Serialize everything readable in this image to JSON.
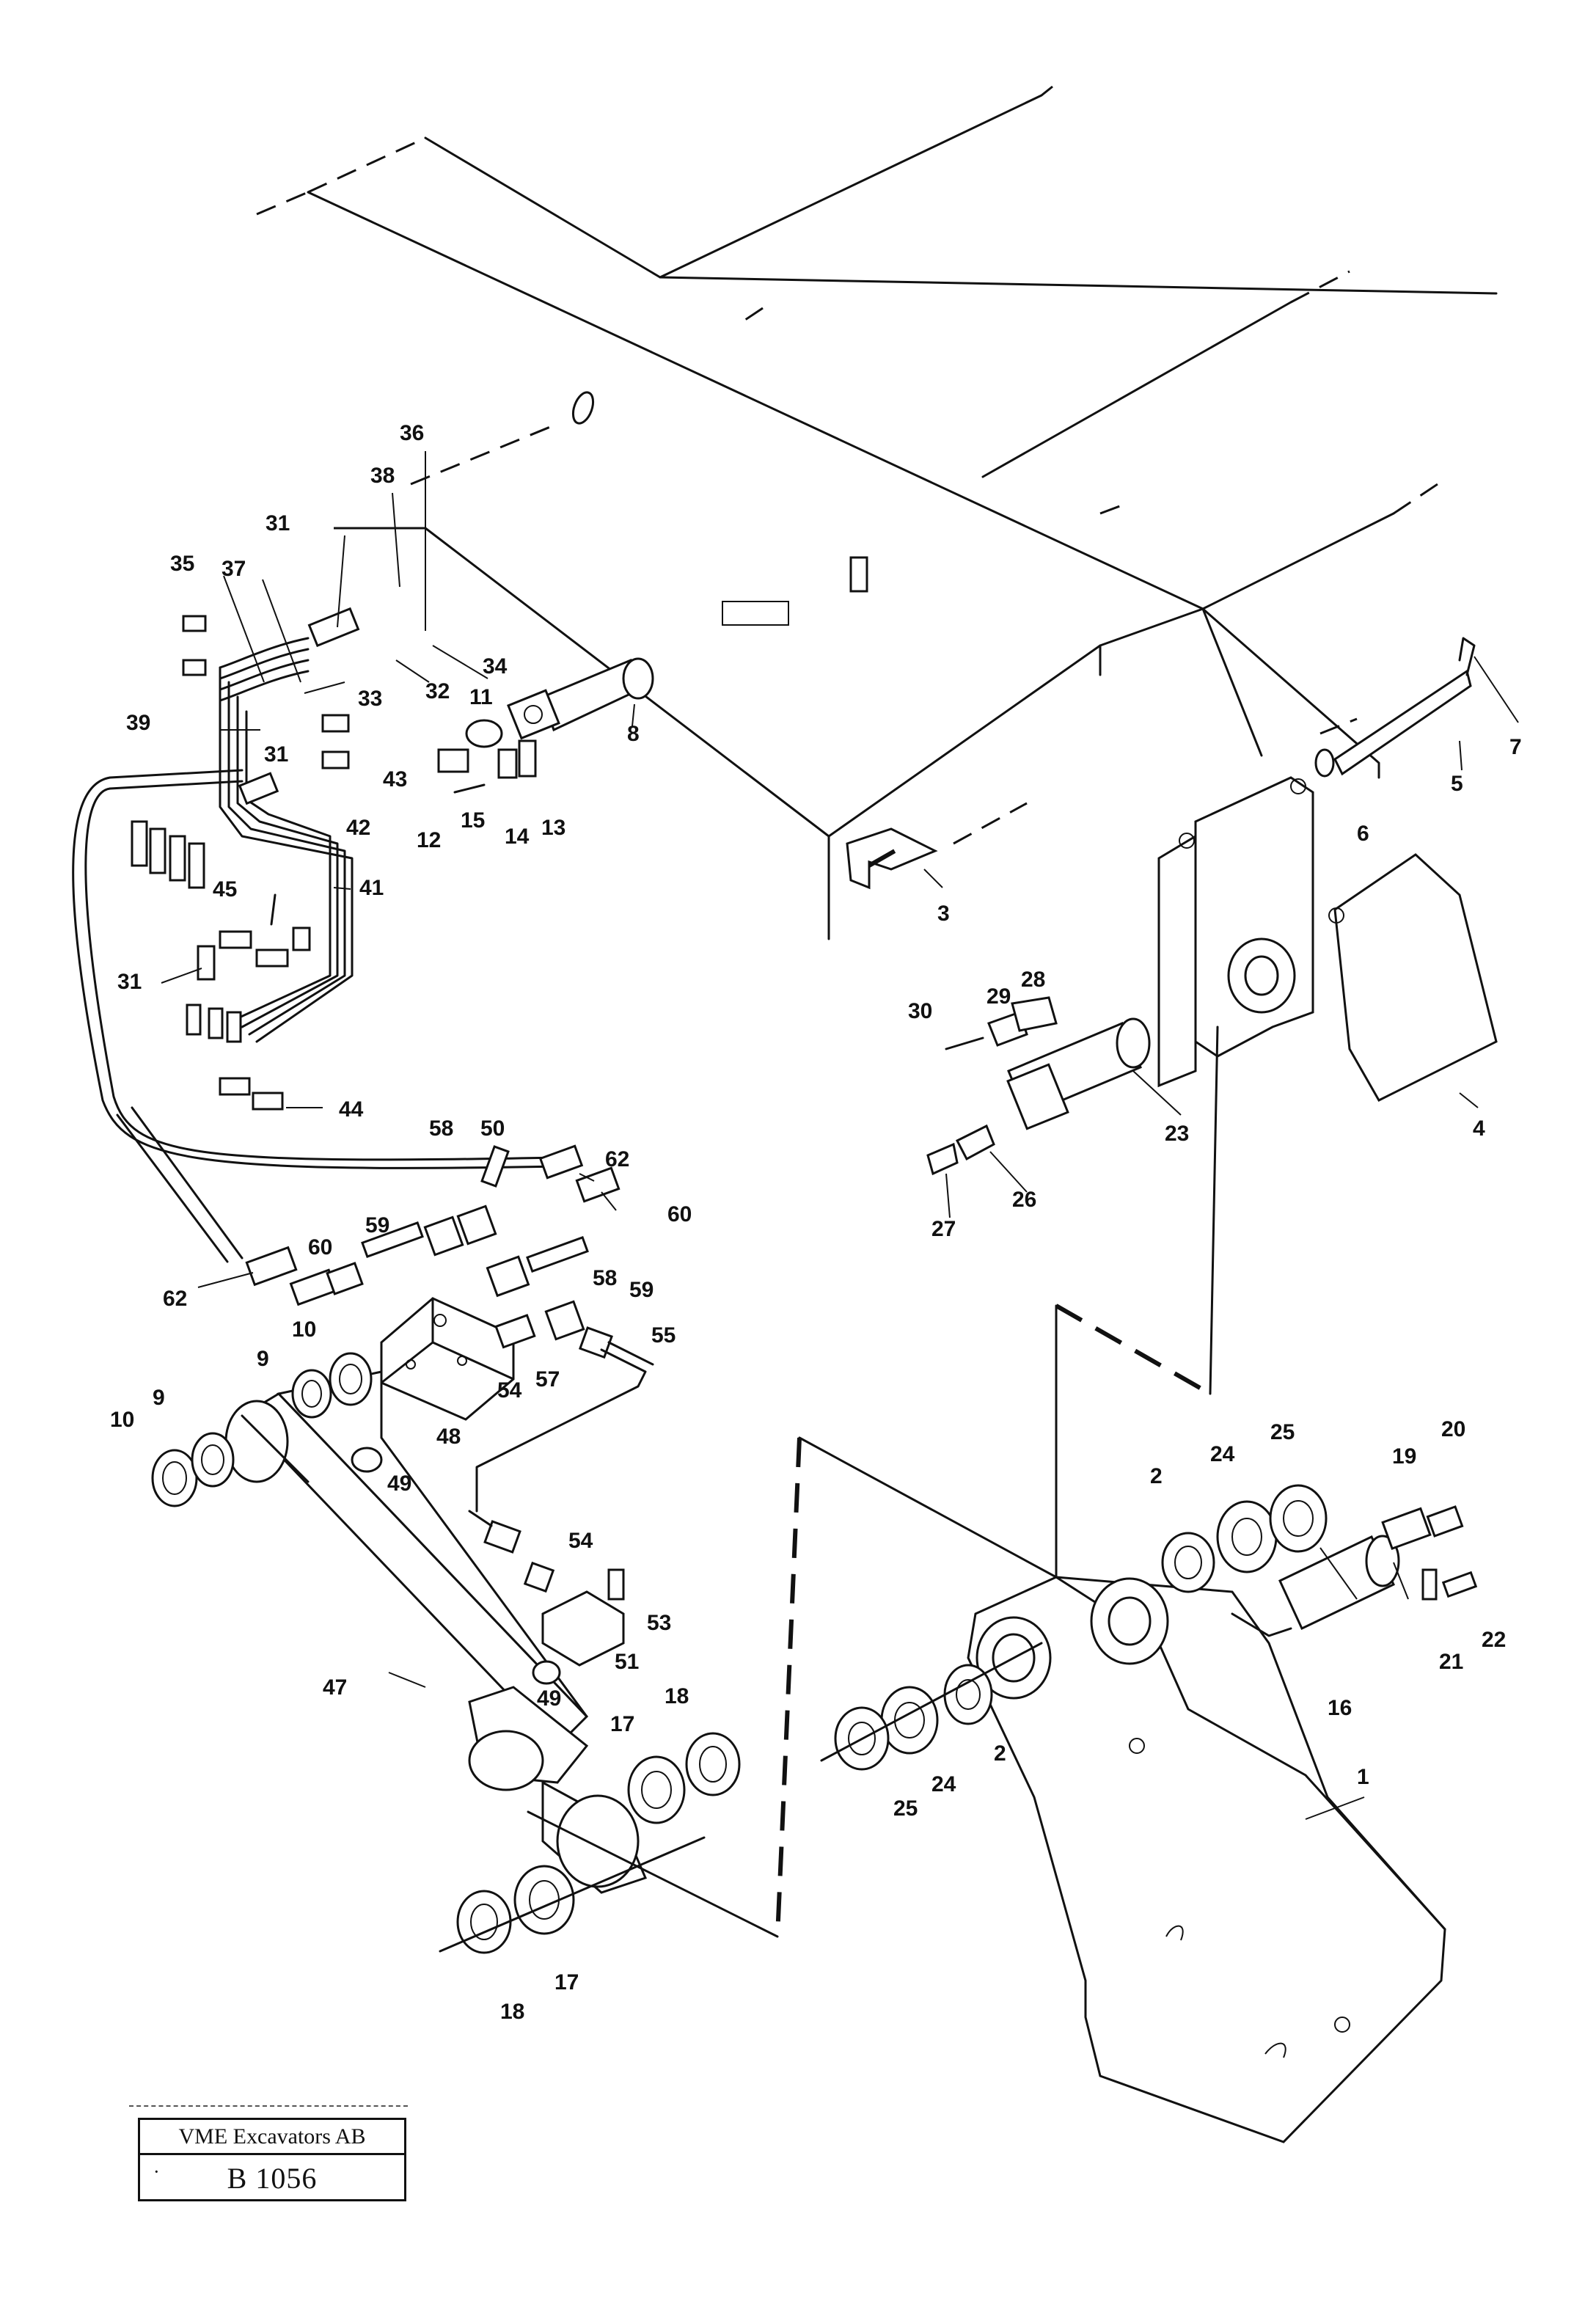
{
  "title_block": {
    "company": "VME Excavators AB",
    "code": "B 1056"
  },
  "part_labels": [
    {
      "id": "p1",
      "text": "1"
    },
    {
      "id": "p2a",
      "text": "2"
    },
    {
      "id": "p2b",
      "text": "2"
    },
    {
      "id": "p3",
      "text": "3"
    },
    {
      "id": "p4",
      "text": "4"
    },
    {
      "id": "p5",
      "text": "5"
    },
    {
      "id": "p6",
      "text": "6"
    },
    {
      "id": "p7",
      "text": "7"
    },
    {
      "id": "p8",
      "text": "8"
    },
    {
      "id": "p9a",
      "text": "9"
    },
    {
      "id": "p9b",
      "text": "9"
    },
    {
      "id": "p10a",
      "text": "10"
    },
    {
      "id": "p10b",
      "text": "10"
    },
    {
      "id": "p11",
      "text": "11"
    },
    {
      "id": "p12",
      "text": "12"
    },
    {
      "id": "p13",
      "text": "13"
    },
    {
      "id": "p14",
      "text": "14"
    },
    {
      "id": "p15",
      "text": "15"
    },
    {
      "id": "p16",
      "text": "16"
    },
    {
      "id": "p17a",
      "text": "17"
    },
    {
      "id": "p17b",
      "text": "17"
    },
    {
      "id": "p18a",
      "text": "18"
    },
    {
      "id": "p18b",
      "text": "18"
    },
    {
      "id": "p19",
      "text": "19"
    },
    {
      "id": "p20",
      "text": "20"
    },
    {
      "id": "p21",
      "text": "21"
    },
    {
      "id": "p22",
      "text": "22"
    },
    {
      "id": "p23",
      "text": "23"
    },
    {
      "id": "p24a",
      "text": "24"
    },
    {
      "id": "p24b",
      "text": "24"
    },
    {
      "id": "p25a",
      "text": "25"
    },
    {
      "id": "p25b",
      "text": "25"
    },
    {
      "id": "p26",
      "text": "26"
    },
    {
      "id": "p27",
      "text": "27"
    },
    {
      "id": "p28",
      "text": "28"
    },
    {
      "id": "p29",
      "text": "29"
    },
    {
      "id": "p30",
      "text": "30"
    },
    {
      "id": "p31a",
      "text": "31"
    },
    {
      "id": "p31b",
      "text": "31"
    },
    {
      "id": "p31c",
      "text": "31"
    },
    {
      "id": "p32",
      "text": "32"
    },
    {
      "id": "p33",
      "text": "33"
    },
    {
      "id": "p34",
      "text": "34"
    },
    {
      "id": "p35",
      "text": "35"
    },
    {
      "id": "p36",
      "text": "36"
    },
    {
      "id": "p37",
      "text": "37"
    },
    {
      "id": "p38",
      "text": "38"
    },
    {
      "id": "p39",
      "text": "39"
    },
    {
      "id": "p41",
      "text": "41"
    },
    {
      "id": "p42",
      "text": "42"
    },
    {
      "id": "p43",
      "text": "43"
    },
    {
      "id": "p44",
      "text": "44"
    },
    {
      "id": "p45",
      "text": "45"
    },
    {
      "id": "p47",
      "text": "47"
    },
    {
      "id": "p48",
      "text": "48"
    },
    {
      "id": "p49a",
      "text": "49"
    },
    {
      "id": "p49b",
      "text": "49"
    },
    {
      "id": "p50",
      "text": "50"
    },
    {
      "id": "p51",
      "text": "51"
    },
    {
      "id": "p53",
      "text": "53"
    },
    {
      "id": "p54a",
      "text": "54"
    },
    {
      "id": "p54b",
      "text": "54"
    },
    {
      "id": "p55",
      "text": "55"
    },
    {
      "id": "p57",
      "text": "57"
    },
    {
      "id": "p58a",
      "text": "58"
    },
    {
      "id": "p58b",
      "text": "58"
    },
    {
      "id": "p59a",
      "text": "59"
    },
    {
      "id": "p59b",
      "text": "59"
    },
    {
      "id": "p60a",
      "text": "60"
    },
    {
      "id": "p60b",
      "text": "60"
    },
    {
      "id": "p62a",
      "text": "62"
    },
    {
      "id": "p62b",
      "text": "62"
    }
  ]
}
